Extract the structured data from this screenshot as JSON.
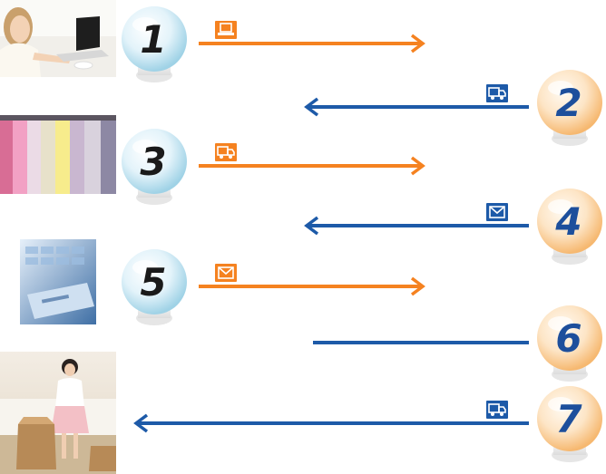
{
  "steps": [
    {
      "number": "1",
      "side": "left",
      "direction": "right",
      "icon": "laptop-icon",
      "color": "#f58220",
      "photo": "woman-at-laptop"
    },
    {
      "number": "2",
      "side": "right",
      "direction": "left",
      "icon": "truck-icon",
      "color": "#1d5aa8"
    },
    {
      "number": "3",
      "side": "left",
      "direction": "right",
      "icon": "truck-icon",
      "color": "#f58220",
      "photo": "clothes-rack"
    },
    {
      "number": "4",
      "side": "right",
      "direction": "left",
      "icon": "envelope-icon",
      "color": "#1d5aa8"
    },
    {
      "number": "5",
      "side": "left",
      "direction": "right",
      "icon": "envelope-icon",
      "color": "#f58220",
      "photo": "credit-card-keyboard"
    },
    {
      "number": "6",
      "side": "right",
      "direction": "none",
      "icon": "",
      "color": "#1d5aa8"
    },
    {
      "number": "7",
      "side": "right",
      "direction": "left",
      "icon": "truck-icon",
      "color": "#1d5aa8",
      "photo": "woman-with-boxes"
    }
  ]
}
